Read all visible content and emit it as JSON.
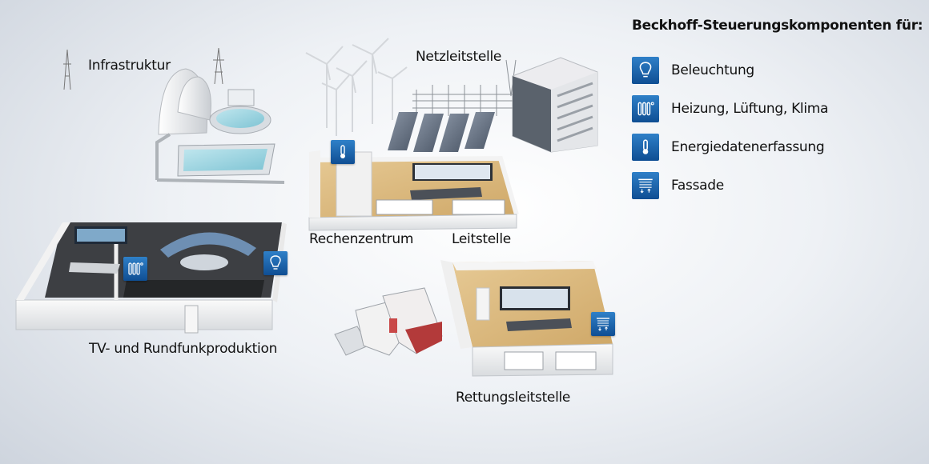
{
  "legend": {
    "title": "Beckhoff-Steuerungskomponenten für:",
    "items": [
      {
        "label": "Beleuchtung",
        "icon": "light-bulb-icon"
      },
      {
        "label": "Heizung, Lüftung, Klima",
        "icon": "radiator-icon"
      },
      {
        "label": "Energiedatenerfassung",
        "icon": "thermometer-icon"
      },
      {
        "label": "Fassade",
        "icon": "blinds-icon"
      }
    ]
  },
  "areas": {
    "infrastruktur": "Infrastruktur",
    "netzleitstelle": "Netzleitstelle",
    "rechenzentrum": "Rechenzentrum",
    "leitstelle": "Leitstelle",
    "tv": "TV- und Rundfunkproduktion",
    "rettungsleitstelle": "Rettungsleitstelle"
  },
  "colors": {
    "icon_top": "#2f80c8",
    "icon_bottom": "#0f4e93"
  }
}
